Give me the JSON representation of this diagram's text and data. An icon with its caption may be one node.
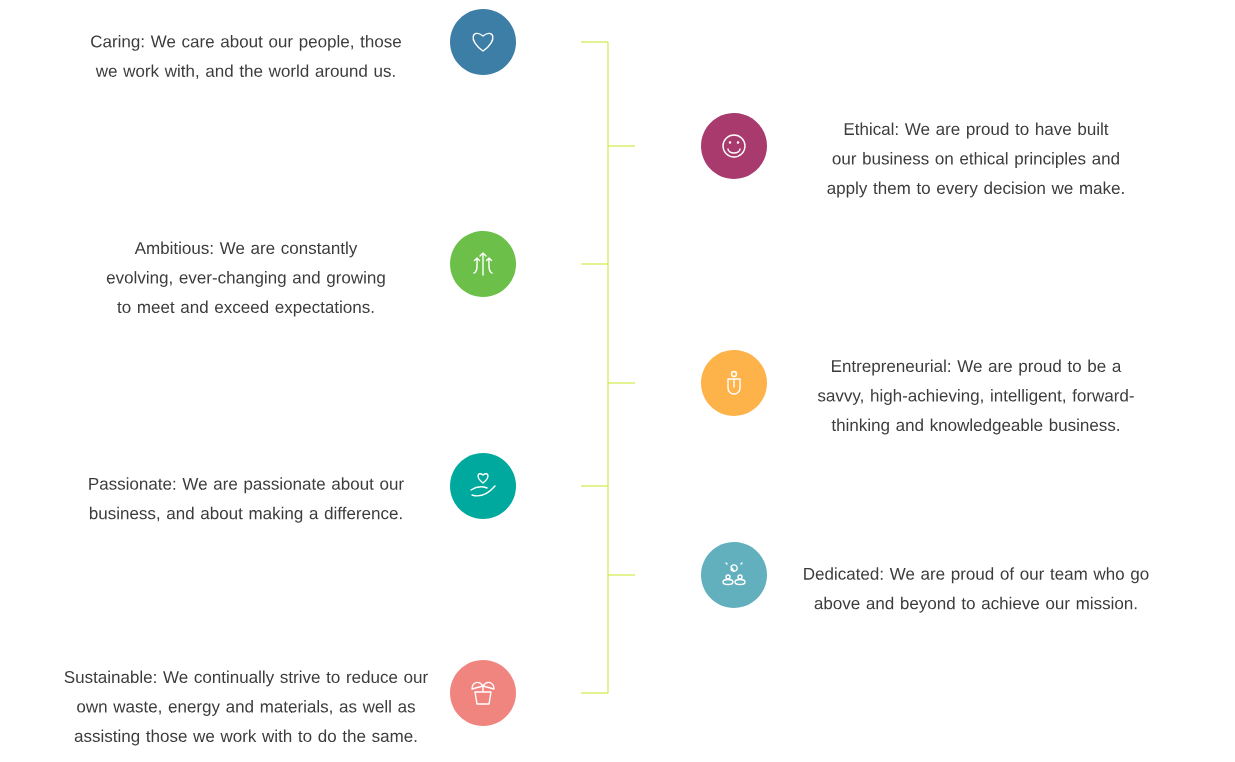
{
  "diagram": {
    "nodes": [
      {
        "text": [],
        "shape": "circle",
        "beside": [
          "Caring: We care about our people, those we work with, and the world around us."
        ]
      },
      {
        "text": [],
        "shape": "circle",
        "beside": [
          "Ethical: We are proud to have built our business on ethical principles and apply them to every decision we make."
        ]
      },
      {
        "text": [],
        "shape": "circle",
        "beside": [
          "Ambitious: We are constantly evolving, ever-changing and growing to meet and exceed expectations."
        ]
      },
      {
        "text": [],
        "shape": "circle",
        "beside": [
          "Entrepreneurial: We are proud to be a savvy, high-achieving, intelligent, forward-thinking and knowledgeable business."
        ]
      },
      {
        "text": [],
        "shape": "circle",
        "beside": [
          "Passionate: We are passionate about our business, and about making a difference."
        ]
      },
      {
        "text": [],
        "shape": "circle",
        "beside": [
          "Dedicated: We are proud of our team who go above and beyond to achieve our mission."
        ]
      },
      {
        "text": [],
        "shape": "circle",
        "beside": [
          "Sustainable: We continually strive to reduce our own waste, energy and materials, as well as assisting those we work with to do the same."
        ]
      }
    ]
  }
}
